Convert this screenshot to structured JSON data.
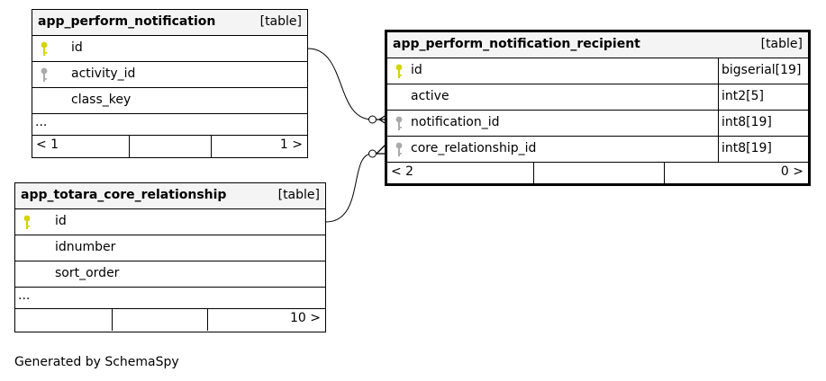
{
  "tables": {
    "notification": {
      "name": "app_perform_notification",
      "kind": "[table]",
      "columns": [
        {
          "name": "id",
          "key": "primary"
        },
        {
          "name": "activity_id",
          "key": "foreign"
        },
        {
          "name": "class_key",
          "key": "none"
        }
      ],
      "ellipsis": "...",
      "footer": {
        "left": "< 1",
        "right": "1 >"
      }
    },
    "relationship": {
      "name": "app_totara_core_relationship",
      "kind": "[table]",
      "columns": [
        {
          "name": "id",
          "key": "primary"
        },
        {
          "name": "idnumber",
          "key": "none"
        },
        {
          "name": "sort_order",
          "key": "none"
        }
      ],
      "ellipsis": "...",
      "footer": {
        "left": "",
        "right": "10 >"
      }
    },
    "recipient": {
      "name": "app_perform_notification_recipient",
      "kind": "[table]",
      "columns": [
        {
          "name": "id",
          "type": "bigserial[19]",
          "key": "primary"
        },
        {
          "name": "active",
          "type": "int2[5]",
          "key": "none"
        },
        {
          "name": "notification_id",
          "type": "int8[19]",
          "key": "foreign"
        },
        {
          "name": "core_relationship_id",
          "type": "int8[19]",
          "key": "foreign"
        }
      ],
      "footer": {
        "left": "< 2",
        "right": "0 >"
      }
    }
  },
  "colors": {
    "primary_key": "#d4d400",
    "foreign_key": "#aaaaaa",
    "header_bg": "#f4f4f4"
  },
  "footer_text": "Generated by SchemaSpy"
}
